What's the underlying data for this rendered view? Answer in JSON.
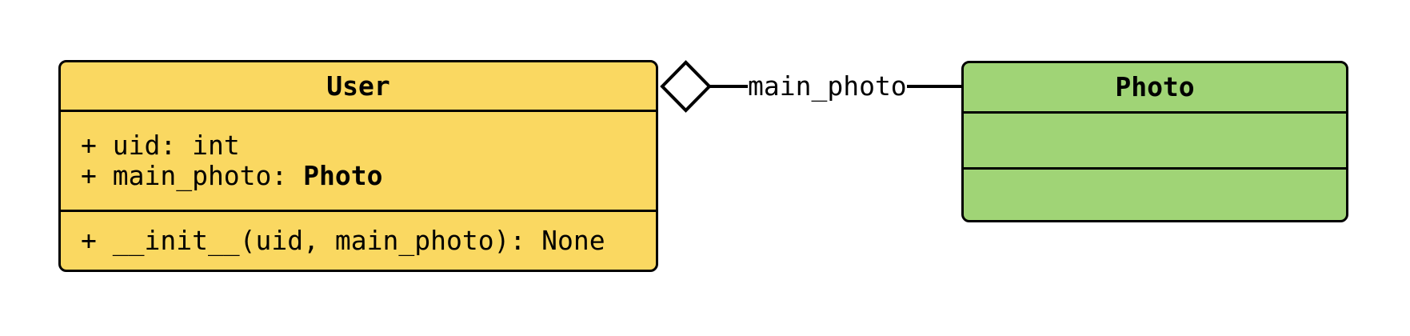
{
  "diagram": {
    "type": "uml-class-diagram",
    "classes": {
      "user": {
        "title": "User",
        "fill": "#FAD861",
        "attributes": [
          {
            "prefix": "+ uid: ",
            "type": "int"
          },
          {
            "prefix": "+ main_photo: ",
            "type": "Photo"
          }
        ],
        "methods": [
          "+ __init__(uid, main_photo): None"
        ]
      },
      "photo": {
        "title": "Photo",
        "fill": "#A0D476",
        "attributes": [],
        "methods": []
      }
    },
    "edge": {
      "label": "main_photo",
      "relation": "aggregation",
      "from": "User",
      "to": "Photo",
      "diamond_fill": "#FFFFFF",
      "stroke": "#000000"
    }
  }
}
